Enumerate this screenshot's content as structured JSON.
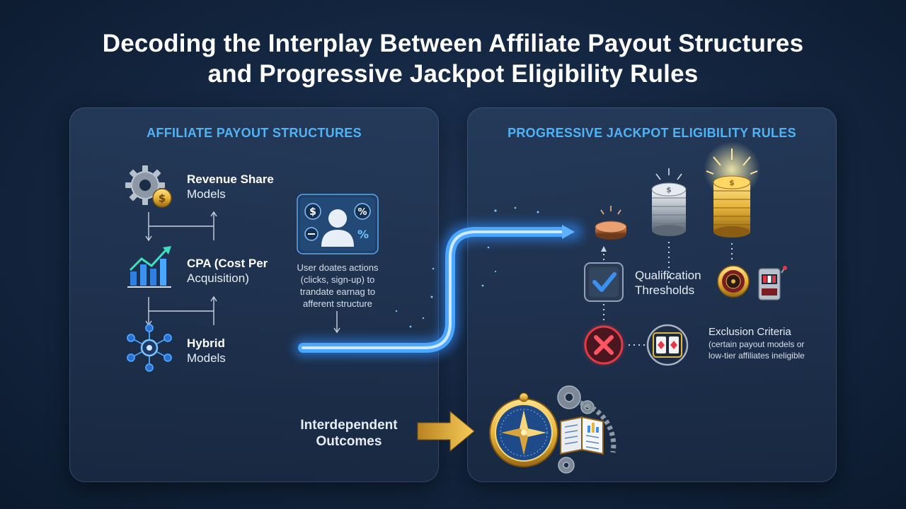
{
  "title": {
    "line1": "Decoding the Interplay Between Affiliate Payout Structures",
    "line2": "and Progressive Jackpot Eligibility Rules"
  },
  "left_panel": {
    "heading": "AFFILIATE PAYOUT STRUCTURES",
    "items": [
      {
        "line1": "Revenue Share",
        "line2": "Models",
        "icon": "gear-coin-icon"
      },
      {
        "line1": "CPA (Cost Per",
        "line2": "Acquisition)",
        "icon": "bar-chart-icon"
      },
      {
        "line1": "Hybrid",
        "line2": "Models",
        "icon": "network-icon"
      }
    ],
    "user_card": {
      "icon": "user-dollar-percent-icon",
      "caption": [
        "User doates actions",
        "(clicks, sign-up) to",
        "trandate earnag to",
        "afferent structure"
      ]
    },
    "outcome": {
      "line1": "Interdependent",
      "line2": "Outcomes"
    }
  },
  "right_panel": {
    "heading": "PROGRESSIVE JACKPOT ELIGIBILITY RULES",
    "coin_stacks": [
      "bronze-coin-icon",
      "silver-coin-stack-icon",
      "gold-coin-stack-icon"
    ],
    "qualification": {
      "line1": "Qualification",
      "line2": "Thresholds",
      "icon": "checkbox-icon"
    },
    "exclusion": {
      "line1": "Exclusion Criteria",
      "line2": "(certain payout models or",
      "line3": "low-tier affiliates ineligible",
      "icon": "red-x-icon"
    }
  },
  "colors": {
    "accent_blue": "#4fb3f5",
    "gold": "#e8b53a",
    "red": "#e53a45",
    "check_blue": "#3a8ff0"
  }
}
